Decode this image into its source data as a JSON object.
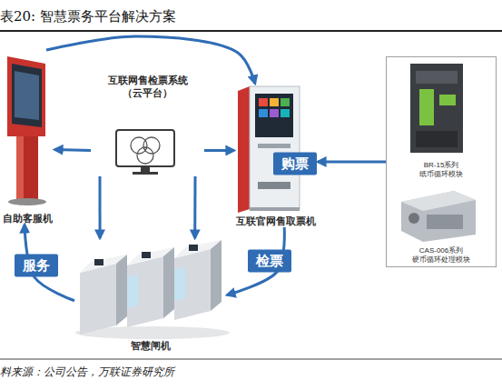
{
  "diagram": {
    "title": "表20: 智慧票务平台解决方案",
    "caption": "料来源：公司公告，万联证券研究所",
    "nodes": [
      {
        "text": [
          "互联网售检票系统 （云平台）"
        ]
      },
      {
        "text": [
          "自助客服机"
        ]
      },
      {
        "text": [
          "互联官网售取票机"
        ]
      },
      {
        "text": [
          "智慧闸机"
        ]
      },
      {
        "text": []
      },
      {
        "text": [
          "BR-15系列 纸币循环模块"
        ],
        "in": 4
      },
      {
        "text": [
          "CAS-006系列 硬币循环处理模块"
        ],
        "in": 4
      }
    ],
    "edges": [
      {
        "from": 1,
        "to": 2,
        "arrow": "to"
      },
      {
        "from": 0,
        "to": 1,
        "arrow": "to"
      },
      {
        "from": 0,
        "to": 2,
        "arrow": "to"
      },
      {
        "from": 0,
        "to": 3,
        "arrow": "to"
      },
      {
        "from": 0,
        "to": 3,
        "arrow": "to"
      },
      {
        "from": 4,
        "to": 2,
        "label": "购票",
        "arrow": "to"
      },
      {
        "from": 2,
        "to": 3,
        "label": "检票",
        "arrow": "to"
      },
      {
        "from": 3,
        "to": 1,
        "label": "服务",
        "arrow": "to"
      }
    ]
  }
}
